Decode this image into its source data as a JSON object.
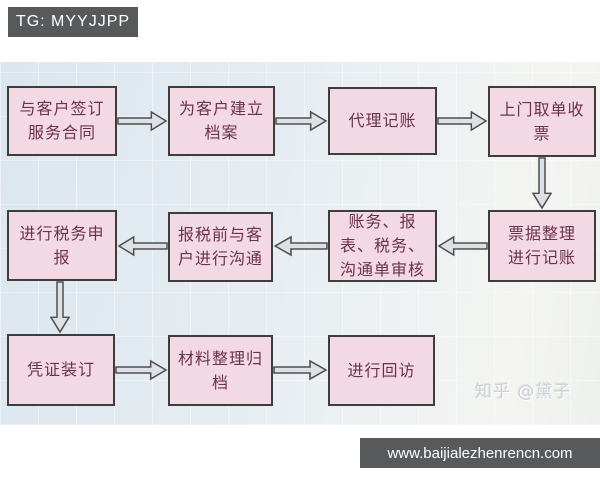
{
  "header": {
    "badge": "TG: MYYJJPP"
  },
  "footer": {
    "url": "www.baijialezhenrencn.com"
  },
  "watermark": {
    "text": "知乎 @黛子"
  },
  "colors": {
    "badge_bg": "#58595b",
    "banner_bg": "#58595b",
    "node_fill": "#f3d9e3",
    "node_border": "#3d3d3d",
    "node_text": "#6b3348",
    "panel_bg": "#e6edf2",
    "arrow_fill": "#dde1e6",
    "arrow_stroke": "#4f4f4f"
  },
  "flow": {
    "nodes": [
      {
        "id": "n1",
        "label": "与客户签订服务合同"
      },
      {
        "id": "n2",
        "label": "为客户建立档案"
      },
      {
        "id": "n3",
        "label": "代理记账"
      },
      {
        "id": "n4",
        "label": "上门取单收票"
      },
      {
        "id": "n5",
        "label": "票据整理进行记账"
      },
      {
        "id": "n6",
        "label": "账务、报表、税务、沟通单审核"
      },
      {
        "id": "n7",
        "label": "报税前与客户进行沟通"
      },
      {
        "id": "n8",
        "label": "进行税务申报"
      },
      {
        "id": "n9",
        "label": "凭证装订"
      },
      {
        "id": "n10",
        "label": "材料整理归档"
      },
      {
        "id": "n11",
        "label": "进行回访"
      }
    ],
    "edges": [
      {
        "from": "n1",
        "to": "n2",
        "direction": "right"
      },
      {
        "from": "n2",
        "to": "n3",
        "direction": "right"
      },
      {
        "from": "n3",
        "to": "n4",
        "direction": "right"
      },
      {
        "from": "n4",
        "to": "n5",
        "direction": "down"
      },
      {
        "from": "n5",
        "to": "n6",
        "direction": "left"
      },
      {
        "from": "n6",
        "to": "n7",
        "direction": "left"
      },
      {
        "from": "n7",
        "to": "n8",
        "direction": "left"
      },
      {
        "from": "n8",
        "to": "n9",
        "direction": "down"
      },
      {
        "from": "n9",
        "to": "n10",
        "direction": "right"
      },
      {
        "from": "n10",
        "to": "n11",
        "direction": "right"
      }
    ]
  }
}
